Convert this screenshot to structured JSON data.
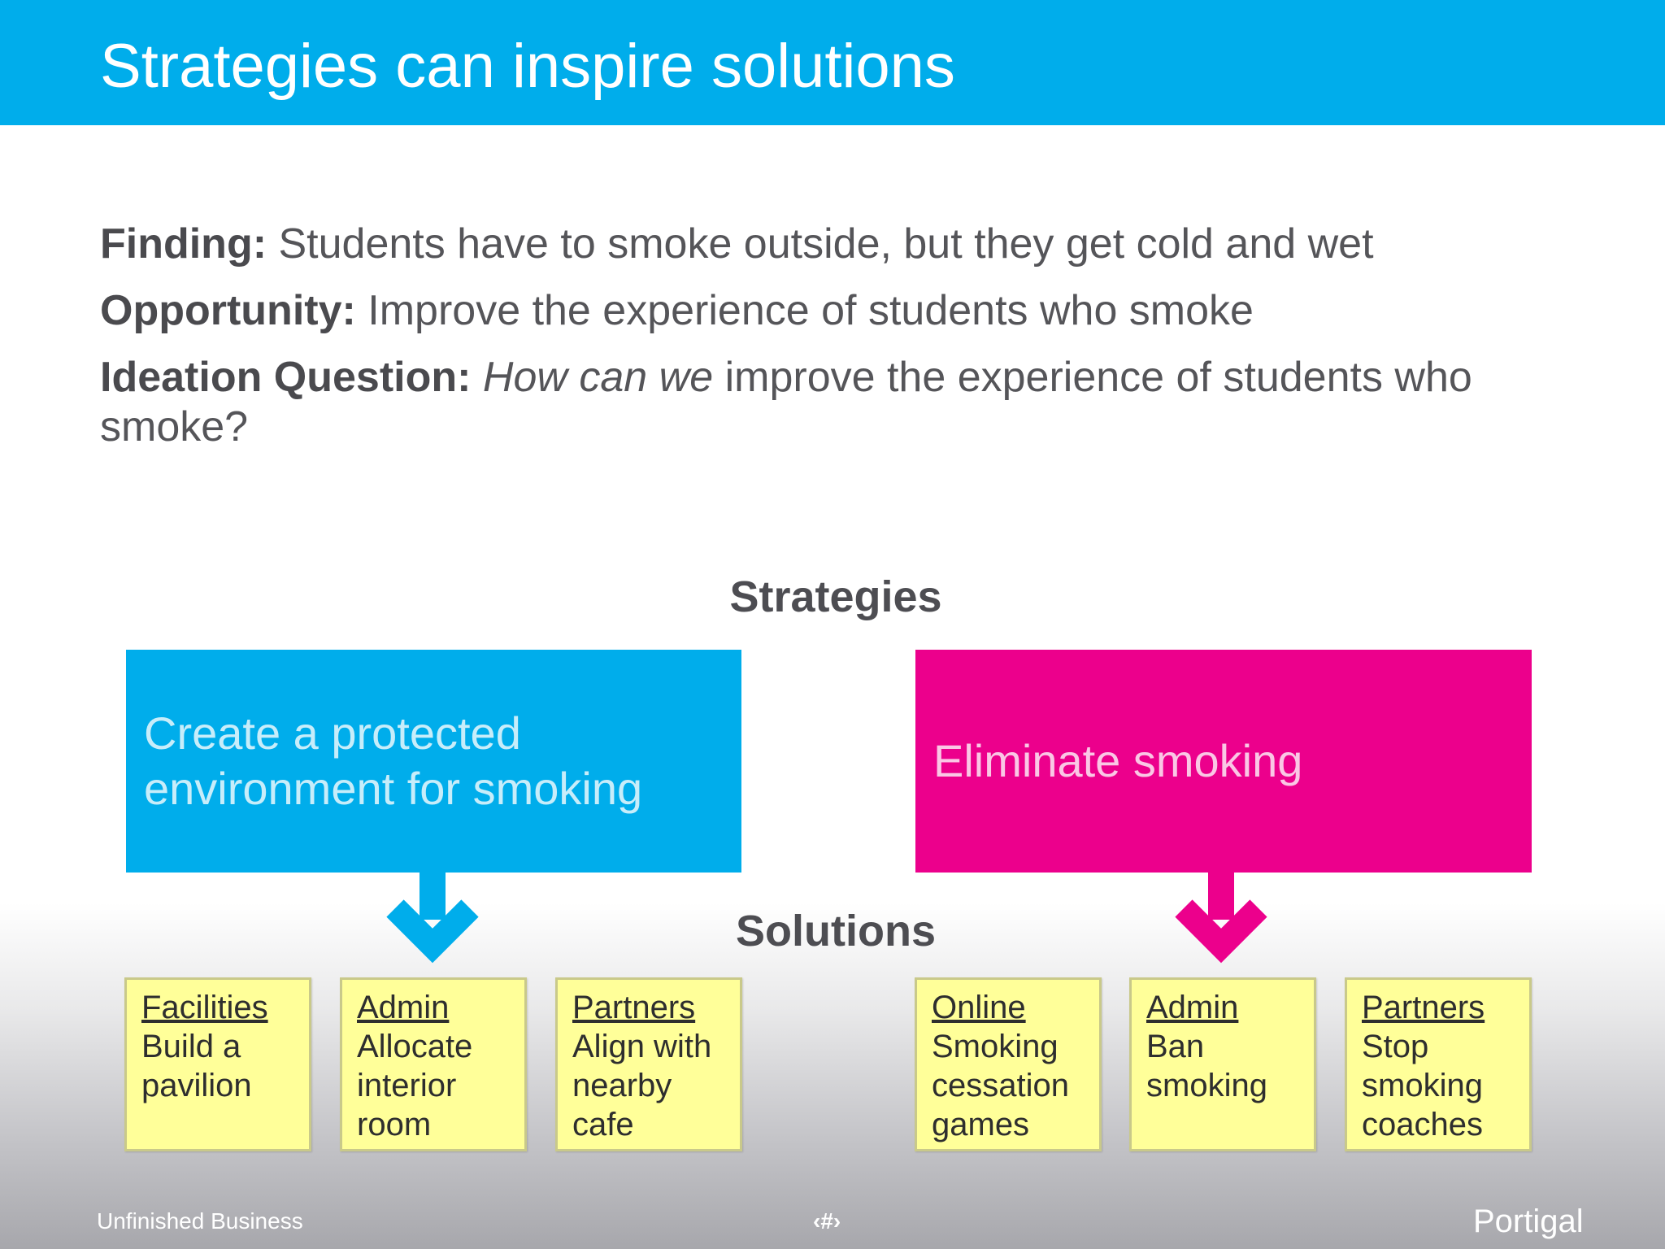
{
  "slide": {
    "title": "Strategies can inspire solutions",
    "finding": {
      "label": "Finding:",
      "text": " Students have to smoke outside, but they get cold and wet"
    },
    "opportunity": {
      "label": "Opportunity:",
      "text": " Improve the experience of students who smoke"
    },
    "ideation": {
      "label": "Ideation Question:",
      "italic": "How can we",
      "text": " improve the experience of students who smoke?"
    },
    "strategies_heading": "Strategies",
    "solutions_heading": "Solutions",
    "strategies": [
      {
        "label": "Create a protected environment for smoking",
        "color": "#00adeb"
      },
      {
        "label": "Eliminate smoking",
        "color": "#ec008c"
      }
    ],
    "notes": [
      {
        "category": "Facilities",
        "text": "Build a pavilion"
      },
      {
        "category": "Admin",
        "text": "Allocate interior room"
      },
      {
        "category": "Partners",
        "text": "Align with nearby cafe"
      },
      {
        "category": "Online",
        "text": "Smoking cessation games"
      },
      {
        "category": "Admin",
        "text": "Ban smoking"
      },
      {
        "category": "Partners",
        "text": "Stop smoking coaches"
      }
    ],
    "footer": {
      "left": "Unfinished Business",
      "middle": "‹#›",
      "right": "Portigal"
    }
  }
}
